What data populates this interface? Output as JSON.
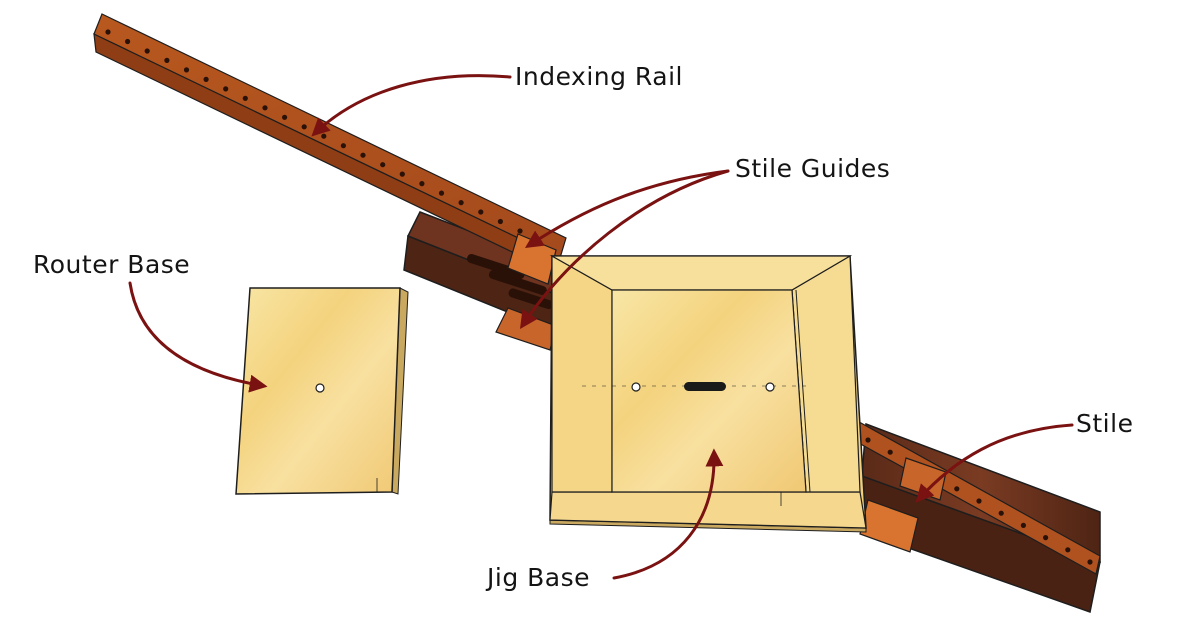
{
  "labels": {
    "indexing_rail": "Indexing Rail",
    "stile_guides": "Stile Guides",
    "router_base": "Router Base",
    "stile": "Stile",
    "jig_base": "Jig Base"
  },
  "colors": {
    "arrow": "#7a1212",
    "plywood": "#f6d98e",
    "rail": "#b0521f",
    "stile": "#6e3420",
    "guide": "#d8742f",
    "outline": "#1e1e1e"
  }
}
